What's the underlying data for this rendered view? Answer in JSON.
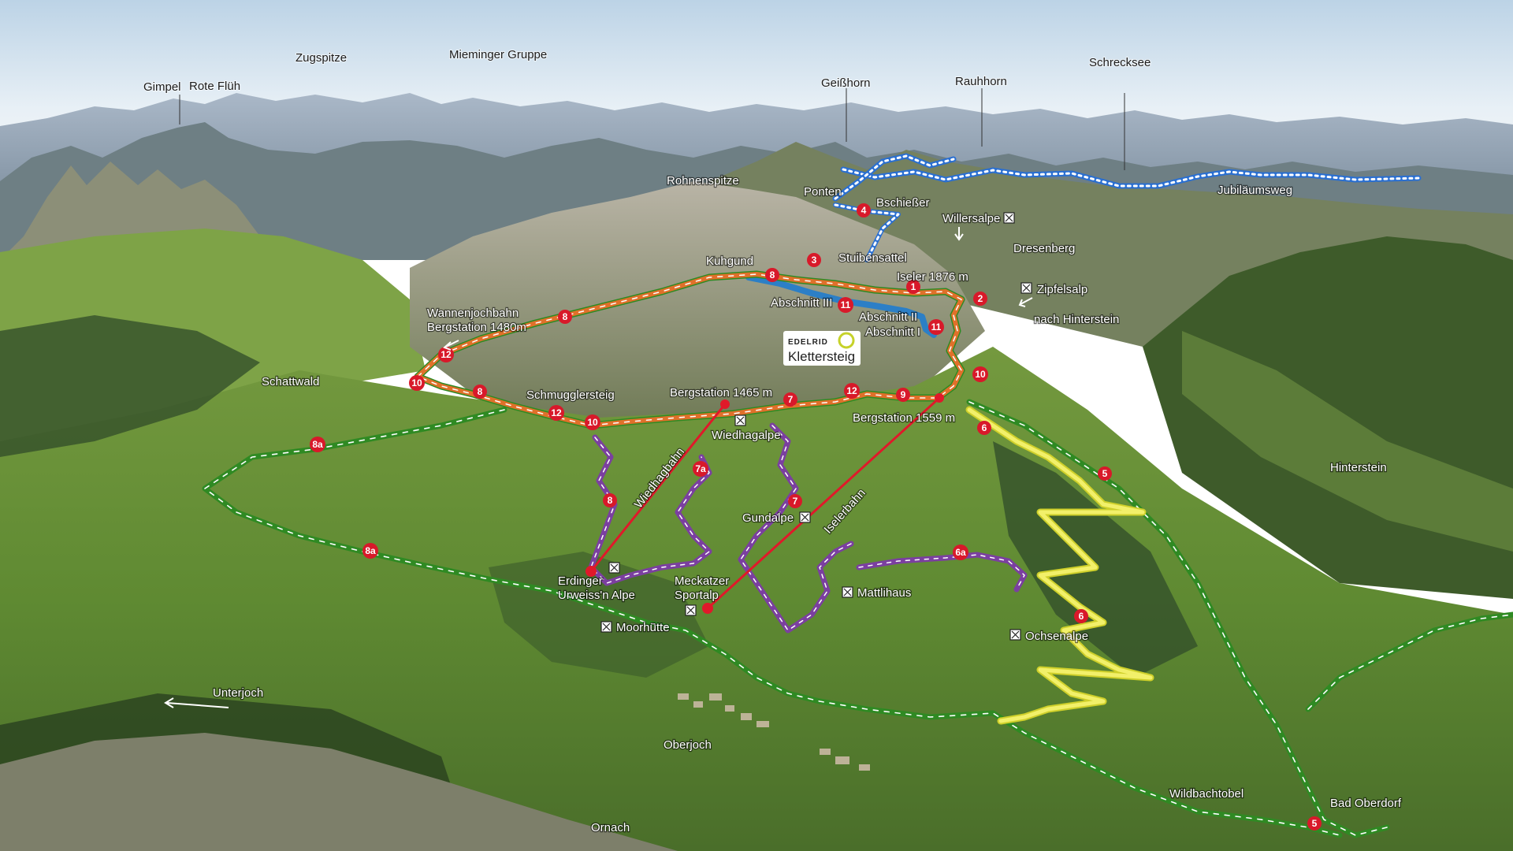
{
  "peaks": {
    "gimpel": "Gimpel",
    "rote_flueh": "Rote Flüh",
    "zugspitze": "Zugspitze",
    "mieminger": "Mieminger Gruppe",
    "geisshorn": "Geißhorn",
    "rauhhorn": "Rauhhorn",
    "schrecksee": "Schrecksee"
  },
  "labels": {
    "rohnenspitze": "Rohnenspitze",
    "ponten": "Ponten",
    "bschiesser": "Bschießer",
    "willersalpe": "Willersalpe",
    "jubilaeumsweg": "Jubiläumsweg",
    "kuehgund": "Kuhgund",
    "stuibensattel": "Stuibensattel",
    "iseler": "Iseler 1876 m",
    "dresenberg": "Dresenberg",
    "zipfelsalp": "Zipfelsalp",
    "nach_hinterstein": "nach Hinterstein",
    "abschnitt3": "Abschnitt III",
    "abschnitt2": "Abschnitt II",
    "abschnitt1": "Abschnitt I",
    "wannenjochbahn_1": "Wannenjochbahn",
    "wannenjochbahn_2": "Bergstation 1480m",
    "schattwald": "Schattwald",
    "schmugglersteig": "Schmugglersteig",
    "bergstation_1465": "Bergstation 1465 m",
    "bergstation_1559": "Bergstation 1559 m",
    "wiedhagalpe": "Wiedhagalpe",
    "wiedhagbahn": "Wiedhagbahn",
    "iselerbahn": "Iselerbahn",
    "gundalpe": "Gundalpe",
    "hinterstein": "Hinterstein",
    "erdinger_1": "Erdinger",
    "erdinger_2": "Urweiss'n Alpe",
    "meckatzer_1": "Meckatzer",
    "meckatzer_2": "Sportalp",
    "mattlihaus": "Mattlihaus",
    "moorhuette": "Moorhütte",
    "ochsenalpe": "Ochsenalpe",
    "unterjoch": "Unterjoch",
    "oberjoch": "Oberjoch",
    "wildbachtobel": "Wildbachtobel",
    "bad_oberdorf": "Bad Oberdorf",
    "ornach": "Ornach"
  },
  "brand": {
    "logo": "EDELRID",
    "title": "Klettersteig"
  },
  "route_numbers": {
    "n1": "1",
    "n2": "2",
    "n3": "3",
    "n4": "4",
    "n5a": "5",
    "n5b": "5",
    "n6a": "6",
    "n6b": "6",
    "n6c": "6a",
    "n7a": "7",
    "n7b": "7",
    "n7c": "7a",
    "n8a": "8",
    "n8b": "8",
    "n8c": "8",
    "n8d": "8",
    "n8e": "8a",
    "n8f": "8a",
    "n9": "9",
    "n10a": "10",
    "n10b": "10",
    "n10c": "10",
    "n11a": "11",
    "n11b": "11",
    "n12a": "12",
    "n12b": "12",
    "n12c": "12"
  },
  "colors": {
    "sky_top": "#cfe0ee",
    "sky_bottom": "#f2f7fb",
    "mountain_far": "#9fb0c4",
    "mountain_mid": "#7d8d93",
    "valley_green": "#6f9a3c",
    "forest_dark": "#2f4a1e",
    "route_orange": "#e0702a",
    "route_green": "#3aa52a",
    "route_purple": "#7b3fa0",
    "route_yellow": "#e3e23a",
    "route_blue": "#2c7fc6",
    "jubilaeumsweg_blue": "#2a6fd1",
    "marker_red": "#d8192a",
    "lift_red": "#e0192a"
  }
}
